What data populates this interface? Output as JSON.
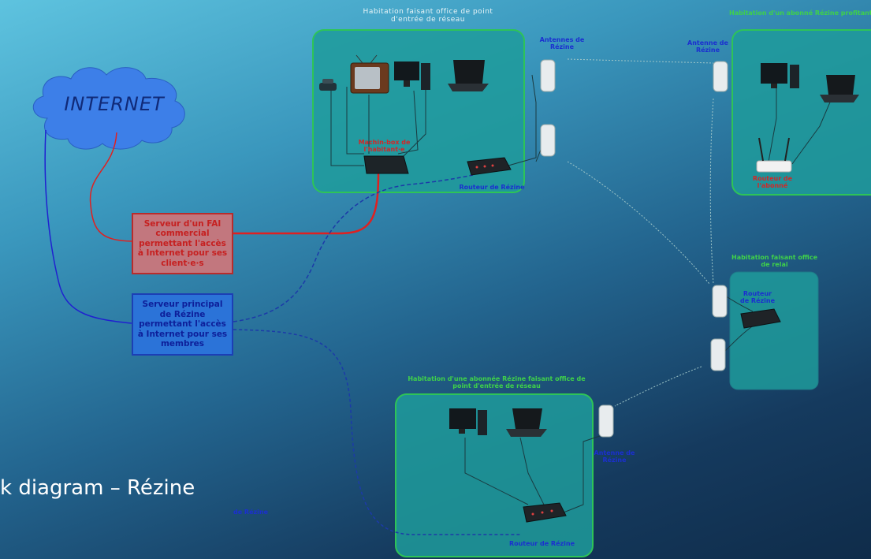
{
  "cloud": {
    "label": "INTERNET"
  },
  "servers": {
    "fai": "Serveur d'un FAI commercial permettant l'accès à Internet pour ses client·e·s",
    "rezine": "Serveur principal de Rézine permettant l'accès à Internet pour ses membres"
  },
  "zones": {
    "entry_top": "Habitation faisant office de point d'entrée de réseau",
    "wifi_subscriber": "Habitation d'un abonné Rézine profitant d'un accès wifi",
    "relay": "Habitation faisant office de relai",
    "entry_bottom": "Habitation d'une abonnée Rézine faisant office de point d'entrée de réseau"
  },
  "labels": {
    "antennas_top": "Antennes de Rézine",
    "antenna_right": "Antenne de Rézine",
    "box": "Machin-box de l'habitant·e",
    "router_top": "Routeur de Rézine",
    "router_relay": "Routeur de Rézine",
    "router_subscriber": "Routeur de l'abonné",
    "antenna_bottom": "Antenne de Rézine",
    "router_bottom": "Routeur de Rézine",
    "footer_overlap": "de Rézine"
  },
  "footer": {
    "title": "k diagram – Rézine"
  },
  "colors": {
    "zone_fill": "#1f9b9b",
    "zone_border": "#2ec457",
    "internet_link": "#2020d0",
    "fai_link": "#e02020",
    "rezine_link": "#1c3aa8",
    "wifi_link": "#9fc6c8"
  }
}
